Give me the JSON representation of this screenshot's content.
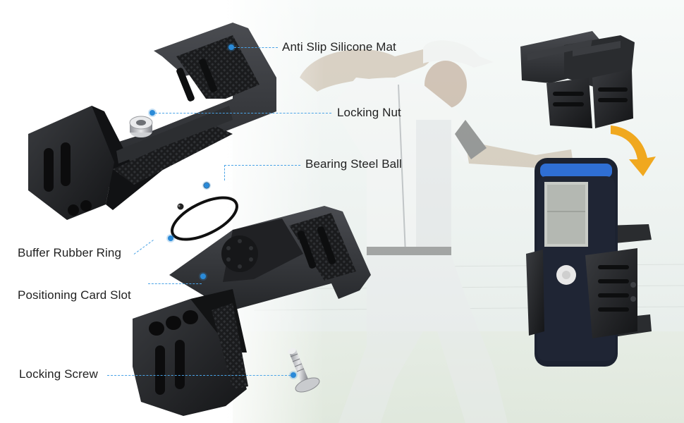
{
  "callouts": {
    "anti_slip": "Anti Slip Silicone Mat",
    "locking_nut": "Locking Nut",
    "bearing_ball": "Bearing Steel Ball",
    "buffer_ring": "Buffer Rubber Ring",
    "positioning_slot": "Positioning Card Slot",
    "locking_screw": "Locking Screw"
  },
  "colors": {
    "leader_line": "#4aa3e6",
    "dot": "#2a8ad8",
    "arrow": "#f0a81f",
    "part_metal": "#1e1f22",
    "device_body": "#1c2230",
    "device_accent": "#2f6fd4"
  },
  "icons": {
    "arrow": "curved-down-arrow-icon",
    "bearing": "steel-ball-icon",
    "nut": "locking-nut-icon",
    "screw": "screw-icon",
    "ring": "rubber-ring-icon"
  }
}
